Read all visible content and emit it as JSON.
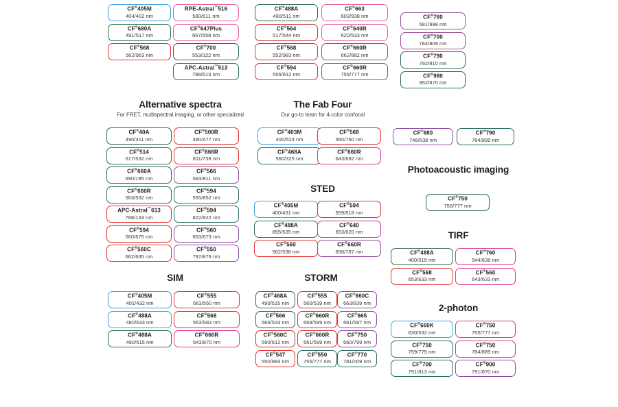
{
  "palette": {
    "blue": "#3d9fe0",
    "green": "#2f6b4f",
    "red": "#e2302b",
    "pink": "#ea5a9d",
    "magenta": "#d9338f",
    "teal": "#2b6a66",
    "purple": "#8e4a9e",
    "plum": "#9b4f96",
    "crimson": "#c8333b",
    "text": "#1d1d1b",
    "subtext": "#3c3c3a",
    "background": "#ffffff"
  },
  "groups": [
    {
      "id": "top-left-unlabeled",
      "title": "",
      "subtitle": "",
      "columns": [
        {
          "id": "col-a",
          "dyes": [
            {
              "name": "CF",
              "sup": "®",
              "suffix": "405M",
              "wavelength": "404/402 nm",
              "color": "blue"
            },
            {
              "name": "CF",
              "sup": "®",
              "suffix": "680A",
              "wavelength": "491/517 nm",
              "color": "green"
            },
            {
              "name": "CF",
              "sup": "®",
              "suffix": "568",
              "wavelength": "562/963 nm",
              "color": "red"
            }
          ]
        },
        {
          "id": "col-b",
          "dyes": [
            {
              "name": "RPE-Astral",
              "sup": "™",
              "suffix": "516",
              "wavelength": "580/611 nm",
              "color": "pink"
            },
            {
              "name": "CF",
              "sup": "®",
              "suffix": "647Plus",
              "wavelength": "667/558 nm",
              "color": "pink"
            },
            {
              "name": "CF",
              "sup": "®",
              "suffix": "700",
              "wavelength": "553/322 nm",
              "color": "teal"
            },
            {
              "name": "APC-Astral",
              "sup": "™",
              "suffix": "513",
              "wavelength": "788/613 nm",
              "color": "teal"
            }
          ]
        },
        {
          "id": "col-c",
          "dyes": [
            {
              "name": "CF",
              "sup": "®",
              "suffix": "488A",
              "wavelength": "490/511 nm",
              "color": "green"
            },
            {
              "name": "CF",
              "sup": "®",
              "suffix": "564",
              "wavelength": "517/544 nm",
              "color": "crimson"
            },
            {
              "name": "CF",
              "sup": "®",
              "suffix": "568",
              "wavelength": "552/983 nm",
              "color": "red"
            },
            {
              "name": "CF",
              "sup": "®",
              "suffix": "594",
              "wavelength": "556/812 nm",
              "color": "red"
            }
          ]
        },
        {
          "id": "col-d",
          "dyes": [
            {
              "name": "CF",
              "sup": "®",
              "suffix": "663",
              "wavelength": "603/938 nm",
              "color": "pink"
            },
            {
              "name": "CF",
              "sup": "®",
              "suffix": "640R",
              "wavelength": "620/533 nm",
              "color": "pink"
            },
            {
              "name": "CF",
              "sup": "®",
              "suffix": "660R",
              "wavelength": "662/882 nm",
              "color": "purple"
            },
            {
              "name": "CF",
              "sup": "®",
              "suffix": "660R",
              "wavelength": "755/777 nm",
              "color": "purple"
            }
          ]
        },
        {
          "id": "col-e",
          "dyes": [
            {
              "name": "CF",
              "sup": "®",
              "suffix": "760",
              "wavelength": "681/998 nm",
              "color": "plum"
            },
            {
              "name": "CF",
              "sup": "®",
              "suffix": "700",
              "wavelength": "784/809 nm",
              "color": "plum"
            },
            {
              "name": "CF",
              "sup": "®",
              "suffix": "790",
              "wavelength": "792/810 nm",
              "color": "teal"
            },
            {
              "name": "CF",
              "sup": "®",
              "suffix": "980",
              "wavelength": "852/870 nm",
              "color": "teal"
            }
          ]
        }
      ]
    },
    {
      "id": "alternative-spectra",
      "title": "Alternative spectra",
      "subtitle": "For FRET, multispectral imaging, or other specialized",
      "columns": [
        {
          "id": "alt-col-1",
          "dyes": [
            {
              "name": "CF",
              "sup": "®",
              "suffix": "40A",
              "wavelength": "490/411 nm",
              "color": "green"
            },
            {
              "name": "CF",
              "sup": "®",
              "suffix": "514",
              "wavelength": "617/532 nm",
              "color": "green"
            },
            {
              "name": "CF",
              "sup": "®",
              "suffix": "660A",
              "wavelength": "690/185 nm",
              "color": "green"
            },
            {
              "name": "CF",
              "sup": "®",
              "suffix": "660R",
              "wavelength": "563/532 nm",
              "color": "green"
            },
            {
              "name": "APC-Astral",
              "sup": "™",
              "suffix": "613",
              "wavelength": "788/133 nm",
              "color": "red"
            },
            {
              "name": "CF",
              "sup": "®",
              "suffix": "594",
              "wavelength": "560/675 nm",
              "color": "red"
            },
            {
              "name": "CF",
              "sup": "®",
              "suffix": "560C",
              "wavelength": "662/635 nm",
              "color": "red"
            }
          ]
        },
        {
          "id": "alt-col-2",
          "dyes": [
            {
              "name": "CF",
              "sup": "®",
              "suffix": "500R",
              "wavelength": "490/477 nm",
              "color": "red"
            },
            {
              "name": "CF",
              "sup": "®",
              "suffix": "666R",
              "wavelength": "811/738 nm",
              "color": "red"
            },
            {
              "name": "CF",
              "sup": "®",
              "suffix": "566",
              "wavelength": "683/811 nm",
              "color": "purple"
            },
            {
              "name": "CF",
              "sup": "®",
              "suffix": "594",
              "wavelength": "555/852 nm",
              "color": "teal"
            },
            {
              "name": "CF",
              "sup": "®",
              "suffix": "594",
              "wavelength": "822/822 nm",
              "color": "teal"
            },
            {
              "name": "CF",
              "sup": "®",
              "suffix": "560",
              "wavelength": "853/673 nm",
              "color": "purple"
            },
            {
              "name": "CF",
              "sup": "®",
              "suffix": "550",
              "wavelength": "797/879 nm",
              "color": "purple"
            }
          ]
        }
      ]
    },
    {
      "id": "fab-four",
      "title": "The Fab Four",
      "subtitle": "Our go-to team for 4-color confocal",
      "columns": [
        {
          "id": "fab-col-1",
          "dyes": [
            {
              "name": "CF",
              "sup": "®",
              "suffix": "403M",
              "wavelength": "400/523 nm",
              "color": "blue"
            },
            {
              "name": "CF",
              "sup": "®",
              "suffix": "468A",
              "wavelength": "560/325 nm",
              "color": "green"
            }
          ]
        },
        {
          "id": "fab-col-2",
          "dyes": [
            {
              "name": "CF",
              "sup": "®",
              "suffix": "568",
              "wavelength": "560/760 nm",
              "color": "red"
            },
            {
              "name": "CF",
              "sup": "®",
              "suffix": "660R",
              "wavelength": "643/682 nm",
              "color": "magenta"
            }
          ]
        }
      ]
    },
    {
      "id": "sted",
      "title": "STED",
      "subtitle": "",
      "columns": [
        {
          "id": "sted-col-1",
          "dyes": [
            {
              "name": "CF",
              "sup": "®",
              "suffix": "405M",
              "wavelength": "400/431 nm",
              "color": "blue"
            },
            {
              "name": "CF",
              "sup": "®",
              "suffix": "488A",
              "wavelength": "855/535 nm",
              "color": "green"
            },
            {
              "name": "CF",
              "sup": "®",
              "suffix": "560",
              "wavelength": "562/538 nm",
              "color": "red"
            }
          ]
        },
        {
          "id": "sted-col-2",
          "dyes": [
            {
              "name": "CF",
              "sup": "®",
              "suffix": "594",
              "wavelength": "559/518 nm",
              "color": "crimson"
            },
            {
              "name": "CF",
              "sup": "®",
              "suffix": "640",
              "wavelength": "653/620 nm",
              "color": "magenta"
            },
            {
              "name": "CF",
              "sup": "®",
              "suffix": "660R",
              "wavelength": "658/787 nm",
              "color": "purple"
            }
          ]
        }
      ]
    },
    {
      "id": "sim",
      "title": "SIM",
      "subtitle": "",
      "columns": [
        {
          "id": "sim-col-1",
          "dyes": [
            {
              "name": "CF",
              "sup": "®",
              "suffix": "405M",
              "wavelength": "401/432 nm",
              "color": "blue"
            },
            {
              "name": "CF",
              "sup": "®",
              "suffix": "488A",
              "wavelength": "480/633 nm",
              "color": "blue"
            },
            {
              "name": "CF",
              "sup": "®",
              "suffix": "488A",
              "wavelength": "490/515 nm",
              "color": "green"
            }
          ]
        },
        {
          "id": "sim-col-2",
          "dyes": [
            {
              "name": "CF",
              "sup": "®",
              "suffix": "555",
              "wavelength": "563/550 nm",
              "color": "red"
            },
            {
              "name": "CF",
              "sup": "®",
              "suffix": "568",
              "wavelength": "563/583 nm",
              "color": "red"
            },
            {
              "name": "CF",
              "sup": "®",
              "suffix": "660R",
              "wavelength": "643/870 nm",
              "color": "magenta"
            }
          ]
        }
      ]
    },
    {
      "id": "storm",
      "title": "STORM",
      "subtitle": "",
      "columns": [
        {
          "id": "storm-col-1",
          "dyes": [
            {
              "name": "CF",
              "sup": "®",
              "suffix": "468A",
              "wavelength": "490/515 nm",
              "color": "green"
            },
            {
              "name": "CF",
              "sup": "®",
              "suffix": "566",
              "wavelength": "566/533 nm",
              "color": "teal"
            },
            {
              "name": "CF",
              "sup": "®",
              "suffix": "560C",
              "wavelength": "590/612 nm",
              "color": "crimson"
            },
            {
              "name": "CF",
              "sup": "®",
              "suffix": "547",
              "wavelength": "550/983 nm",
              "color": "red"
            }
          ]
        },
        {
          "id": "storm-col-2",
          "dyes": [
            {
              "name": "CF",
              "sup": "®",
              "suffix": "555",
              "wavelength": "560/539 nm",
              "color": "red"
            },
            {
              "name": "CF",
              "sup": "®",
              "suffix": "660R",
              "wavelength": "669/599 nm",
              "color": "red"
            },
            {
              "name": "CF",
              "sup": "®",
              "suffix": "660R",
              "wavelength": "661/599 nm",
              "color": "crimson"
            },
            {
              "name": "CF",
              "sup": "®",
              "suffix": "550",
              "wavelength": "755/777 nm",
              "color": "teal"
            }
          ]
        },
        {
          "id": "storm-col-3",
          "dyes": [
            {
              "name": "CF",
              "sup": "®",
              "suffix": "660C",
              "wavelength": "663/839 nm",
              "color": "purple"
            },
            {
              "name": "CF",
              "sup": "®",
              "suffix": "665",
              "wavelength": "661/587 nm",
              "color": "purple"
            },
            {
              "name": "CF",
              "sup": "®",
              "suffix": "750",
              "wavelength": "660/799 nm",
              "color": "purple"
            },
            {
              "name": "CF",
              "sup": "®",
              "suffix": "770",
              "wavelength": "781/009 nm",
              "color": "teal"
            }
          ]
        }
      ]
    },
    {
      "id": "right-unlabeled",
      "title": "",
      "subtitle": "",
      "columns": [
        {
          "id": "right-col-1",
          "dyes": [
            {
              "name": "CF",
              "sup": "®",
              "suffix": "680",
              "wavelength": "746/638 nm",
              "color": "purple"
            }
          ]
        },
        {
          "id": "right-col-2",
          "dyes": [
            {
              "name": "CF",
              "sup": "®",
              "suffix": "790",
              "wavelength": "764/899 nm",
              "color": "teal"
            }
          ]
        }
      ]
    },
    {
      "id": "photoacoustic",
      "title": "Photoacoustic imaging",
      "subtitle": "",
      "columns": [
        {
          "id": "pa-col-1",
          "dyes": [
            {
              "name": "CF",
              "sup": "®",
              "suffix": "750",
              "wavelength": "755/777 nm",
              "color": "teal"
            }
          ]
        }
      ]
    },
    {
      "id": "tirf",
      "title": "TIRF",
      "subtitle": "",
      "columns": [
        {
          "id": "tirf-col-1",
          "dyes": [
            {
              "name": "CF",
              "sup": "®",
              "suffix": "488A",
              "wavelength": "400/515 nm",
              "color": "green"
            },
            {
              "name": "CF",
              "sup": "®",
              "suffix": "568",
              "wavelength": "653/633 nm",
              "color": "red"
            }
          ]
        },
        {
          "id": "tirf-col-2",
          "dyes": [
            {
              "name": "CF",
              "sup": "®",
              "suffix": "760",
              "wavelength": "544/638 nm",
              "color": "magenta"
            },
            {
              "name": "CF",
              "sup": "®",
              "suffix": "560",
              "wavelength": "643/633 nm",
              "color": "magenta"
            }
          ]
        }
      ]
    },
    {
      "id": "two-photon",
      "title": "2-photon",
      "subtitle": "",
      "columns": [
        {
          "id": "tp-col-1",
          "dyes": [
            {
              "name": "CF",
              "sup": "®",
              "suffix": "660K",
              "wavelength": "630/532 nm",
              "color": "blue"
            },
            {
              "name": "CF",
              "sup": "®",
              "suffix": "750",
              "wavelength": "759/775 nm",
              "color": "teal"
            },
            {
              "name": "CF",
              "sup": "®",
              "suffix": "700",
              "wavelength": "791/813 nm",
              "color": "teal"
            }
          ]
        },
        {
          "id": "tp-col-2",
          "dyes": [
            {
              "name": "CF",
              "sup": "®",
              "suffix": "750",
              "wavelength": "755/777 nm",
              "color": "magenta"
            },
            {
              "name": "CF",
              "sup": "®",
              "suffix": "750",
              "wavelength": "784/889 nm",
              "color": "magenta"
            },
            {
              "name": "CF",
              "sup": "®",
              "suffix": "900",
              "wavelength": "791/870 nm",
              "color": "purple"
            }
          ]
        }
      ]
    }
  ]
}
